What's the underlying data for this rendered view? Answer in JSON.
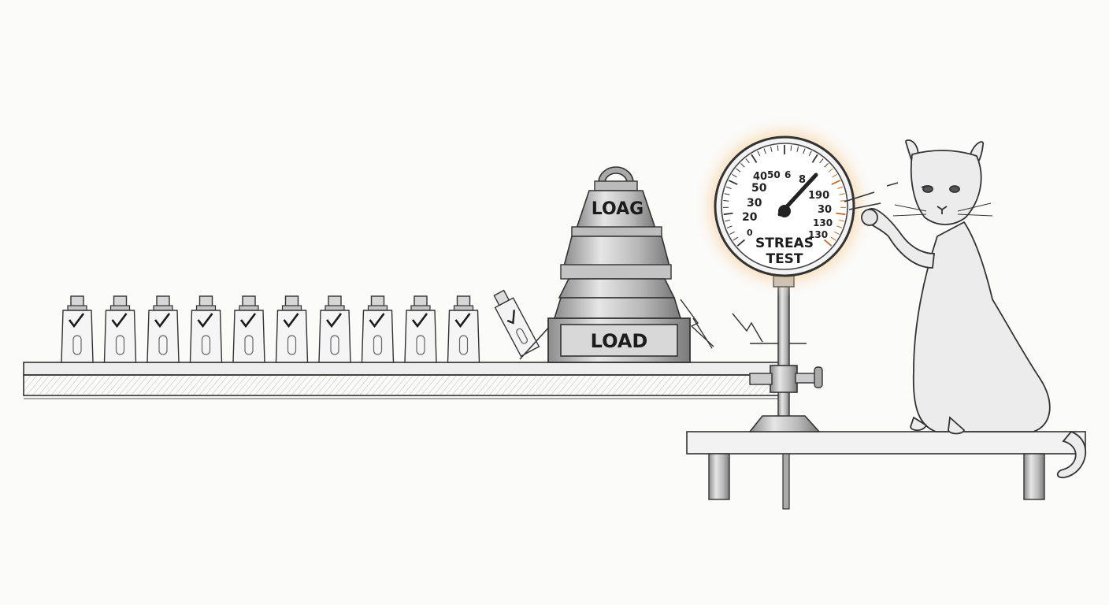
{
  "weight": {
    "top_label": "LOAG",
    "base_label": "LOAD"
  },
  "gauge": {
    "title_line1": "STREAS",
    "title_line2": "TEST",
    "left_ticks": [
      "0",
      "20",
      "30",
      "50",
      "40",
      "50"
    ],
    "right_ticks": [
      "6",
      "8",
      "190",
      "30",
      "130",
      "130"
    ]
  },
  "vials": {
    "checked_count": 10,
    "tipped_count": 1
  },
  "colors": {
    "ink": "#2a2a2a",
    "glow": "#f2a24a",
    "metal": "#c9c9c9"
  },
  "icons": [
    "checkmark-icon",
    "weight-icon",
    "pressure-gauge-icon",
    "cat-icon"
  ]
}
